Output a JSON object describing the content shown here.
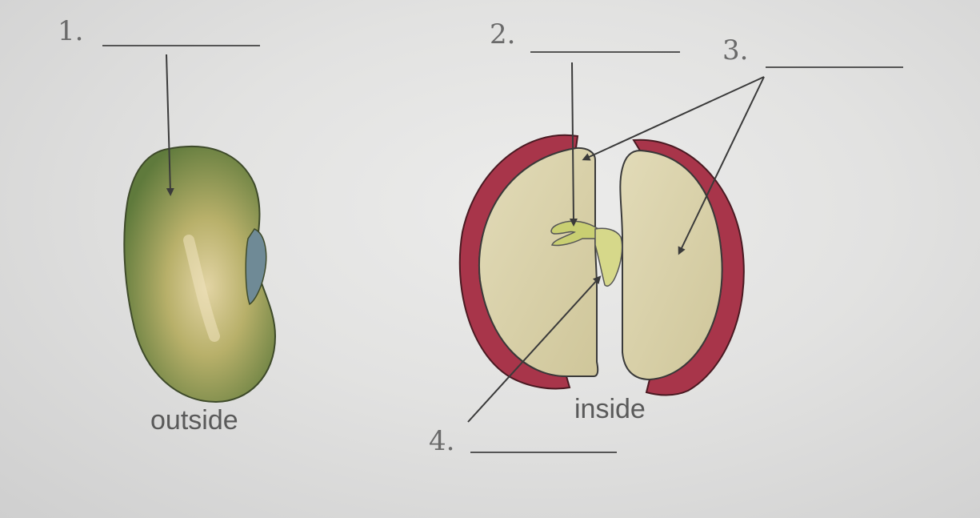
{
  "labels": {
    "label1": "1.",
    "label2": "2.",
    "label3": "3.",
    "label4": "4."
  },
  "captions": {
    "outside": "outside",
    "inside": "inside"
  },
  "colors": {
    "seed_coat": "#a8354a",
    "cotyledon": "#dcd4ae",
    "outer_seed": "#9aa25a",
    "embryo": "#c9cf72",
    "ink": "#3a3a3a"
  }
}
